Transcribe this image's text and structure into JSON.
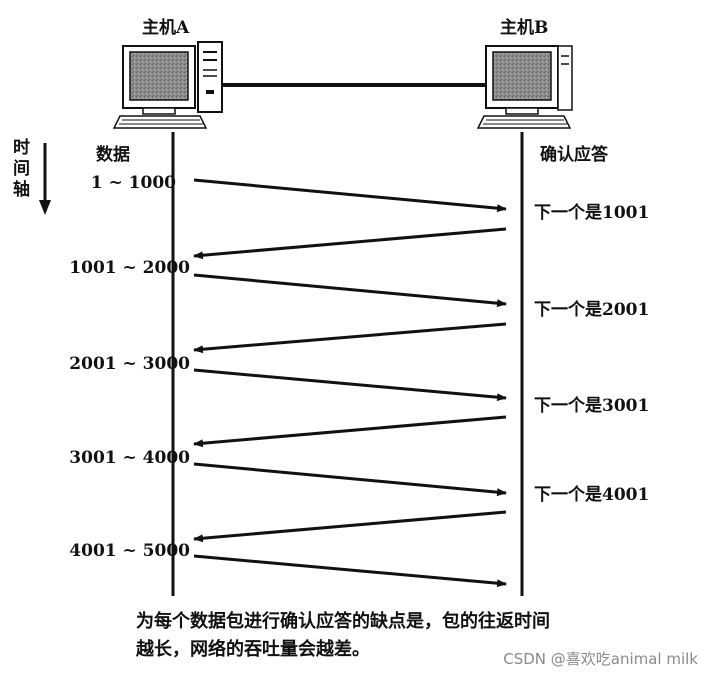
{
  "host_a": {
    "label": "主机A"
  },
  "host_b": {
    "label": "主机B"
  },
  "time_axis": {
    "chars": [
      "时",
      "间",
      "轴"
    ]
  },
  "data_header": "数据",
  "ack_header": "确认应答",
  "segments": [
    {
      "range": "1 ~ 1000",
      "ack": "下一个是1001"
    },
    {
      "range": "1001 ~ 2000",
      "ack": "下一个是2001"
    },
    {
      "range": "2001 ~ 3000",
      "ack": "下一个是3001"
    },
    {
      "range": "3001 ~ 4000",
      "ack": "下一个是4001"
    },
    {
      "range": "4001 ~ 5000",
      "ack": ""
    }
  ],
  "caption": {
    "line1": "为每个数据包进行确认应答的缺点是，包的往返时间",
    "line2": "越长，网络的吞吐量会越差。"
  },
  "watermark": "CSDN @喜欢吃animal milk",
  "colors": {
    "ink": "#111111",
    "watermark": "#8a8a8a",
    "screen": "#7a7a7a"
  }
}
